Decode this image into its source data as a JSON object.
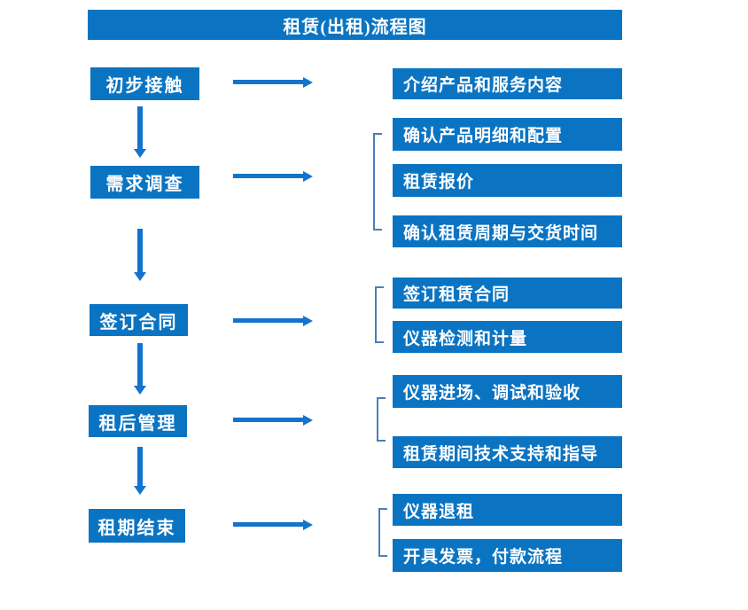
{
  "title": "租赁(出租)流程图",
  "steps": [
    {
      "label": "初步接触",
      "details": [
        "介绍产品和服务内容"
      ]
    },
    {
      "label": "需求调查",
      "details": [
        "确认产品明细和配置",
        "租赁报价",
        "确认租赁周期与交货时间"
      ]
    },
    {
      "label": "签订合同",
      "details": [
        "签订租赁合同",
        "仪器检测和计量"
      ]
    },
    {
      "label": "租后管理",
      "details": [
        "仪器进场、调试和验收",
        "租赁期间技术支持和指导"
      ]
    },
    {
      "label": "租期结束",
      "details": [
        "仪器退租",
        "开具发票，付款流程"
      ]
    }
  ],
  "colors": {
    "box_blue": "#0b74c2",
    "arrow_blue": "#1373cd",
    "bracket_blue": "#4a7ebb",
    "text_white": "#ffffff",
    "background": "#ffffff"
  }
}
